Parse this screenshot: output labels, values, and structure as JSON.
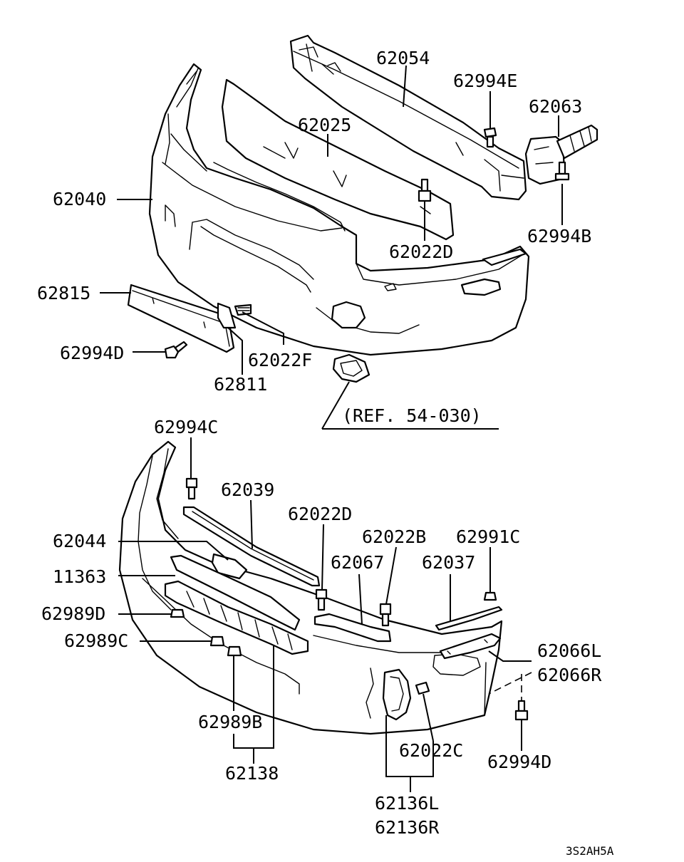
{
  "labels": {
    "p62054": "62054",
    "p62994E": "62994E",
    "p62063": "62063",
    "p62025": "62025",
    "p62040": "62040",
    "p62994B": "62994B",
    "p62022D_top": "62022D",
    "p62815": "62815",
    "p62022F": "62022F",
    "p62994D_left": "62994D",
    "p62811": "62811",
    "ref": "(REF. 54-030)",
    "p62994C": "62994C",
    "p62039": "62039",
    "p62022D_low": "62022D",
    "p62022B": "62022B",
    "p62991C": "62991C",
    "p62044": "62044",
    "p62067": "62067",
    "p62037": "62037",
    "p11363": "11363",
    "p62989D": "62989D",
    "p62989C": "62989C",
    "p62066L": "62066L",
    "p62066R": "62066R",
    "p62989B": "62989B",
    "p62022C": "62022C",
    "p62994D_right": "62994D",
    "p62138": "62138",
    "p62136L": "62136L",
    "p62136R": "62136R",
    "code": "3S2AH5A"
  }
}
